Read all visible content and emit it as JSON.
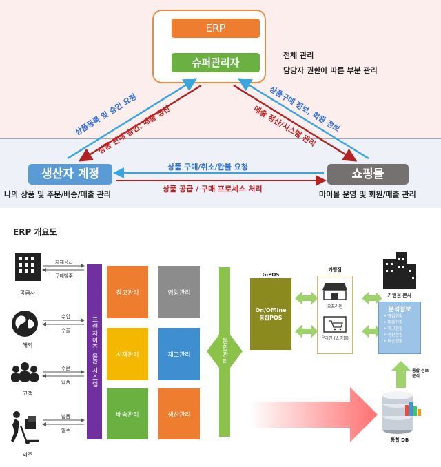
{
  "top": {
    "erp_label": "ERP",
    "super_label": "슈퍼관리자",
    "note1": "전체 관리",
    "note2": "담당자 권한에 따른 부분 관리",
    "producer_label": "생산자 계정",
    "producer_desc": "나의 상품 및 주문/배송/매출 관리",
    "mall_label": "쇼핑몰",
    "mall_desc": "마이몰 운영 및 회원/매출 관리",
    "edge_producer_to_admin": "상품등록 및 승인 요청",
    "edge_admin_to_producer": "상품 판매 승인, 매출 정산",
    "edge_mall_to_admin": "상품구매 정보, 회원 정보",
    "edge_admin_to_mall": "매출 정산/시스템 관리",
    "edge_mall_to_producer": "상품 구매/취소/완불 요청",
    "edge_producer_to_mall": "상품 공급 / 구매 프로세스 처리",
    "colors": {
      "erp": "#ef7d2f",
      "super": "#6ab142",
      "producer": "#5b9bd5",
      "mall": "#767171",
      "blue": "#2f6fd8",
      "red": "#c42222"
    }
  },
  "overview": {
    "title": "ERP 개요도",
    "entities": [
      {
        "name": "공급사",
        "icon": "building-icon",
        "in": "자재공급",
        "out": "구매발주"
      },
      {
        "name": "해외",
        "icon": "globe-icon",
        "in": "수입",
        "out": "수출"
      },
      {
        "name": "고객",
        "icon": "people-icon",
        "in": "주문",
        "out": "납품"
      },
      {
        "name": "외주",
        "icon": "hand-truck-icon",
        "in": "납품",
        "out": "발주"
      }
    ],
    "franchise_label": "프랜차이즈 물류시스템",
    "modules": [
      {
        "label": "창고관리",
        "color": "#ef7d2f"
      },
      {
        "label": "영업관리",
        "color": "#8c8c8c"
      },
      {
        "label": "시재관리",
        "color": "#f5b800"
      },
      {
        "label": "재고관리",
        "color": "#3f8fd0"
      },
      {
        "label": "배송관리",
        "color": "#6ab142"
      },
      {
        "label": "생산관리",
        "color": "#ef7d2f"
      }
    ],
    "integrated_label": "통합관리",
    "gpos_title": "G-POS",
    "gpos_box": "On/Offline 통합POS",
    "store_title": "가맹점",
    "offline_label": "오프라인",
    "online_label": "온라인 (쇼핑몰)",
    "hq_label": "가맹점 본사",
    "analysis_title": "분석정보",
    "analysis_items": [
      "영업현황",
      "매출현황",
      "재고현황",
      "생산현황",
      "배송현황"
    ],
    "analysis_arrow": "통합 정보 분석",
    "db_label": "통합 DB"
  }
}
